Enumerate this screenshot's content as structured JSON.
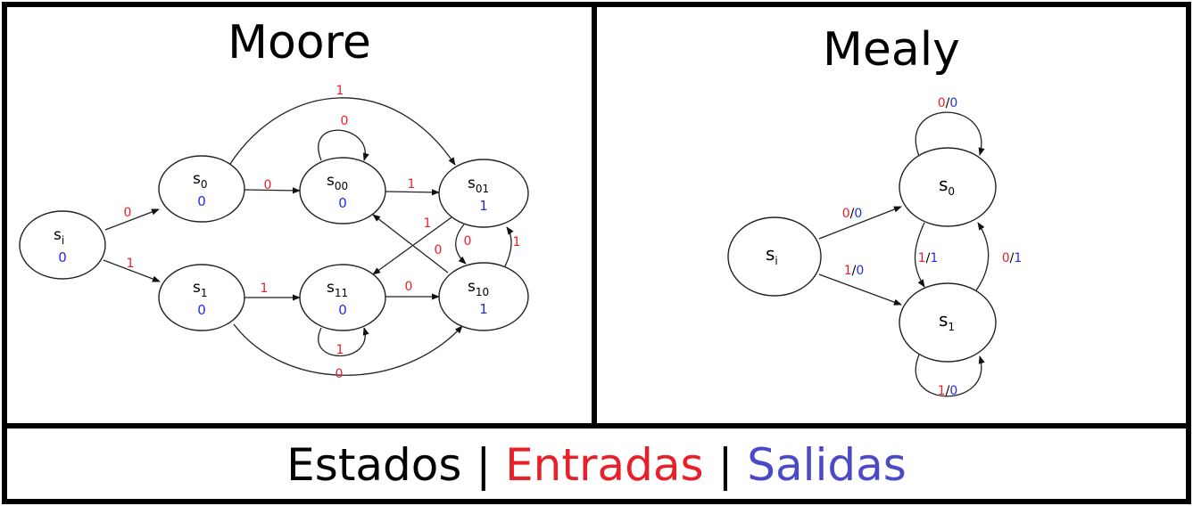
{
  "colors": {
    "estados": "#000000",
    "entradas": "#e8202a",
    "salidas": "#4a4ac8"
  },
  "moore": {
    "title": "Moore",
    "states": [
      {
        "id": "si",
        "name": "s",
        "sub": "i",
        "output": "0"
      },
      {
        "id": "s0",
        "name": "s",
        "sub": "0",
        "output": "0"
      },
      {
        "id": "s1",
        "name": "s",
        "sub": "1",
        "output": "0"
      },
      {
        "id": "s00",
        "name": "s",
        "sub": "00",
        "output": "0"
      },
      {
        "id": "s01",
        "name": "s",
        "sub": "01",
        "output": "1"
      },
      {
        "id": "s11",
        "name": "s",
        "sub": "11",
        "output": "0"
      },
      {
        "id": "s10",
        "name": "s",
        "sub": "10",
        "output": "1"
      }
    ],
    "transitions": [
      {
        "from": "si",
        "to": "s0",
        "input": "0"
      },
      {
        "from": "si",
        "to": "s1",
        "input": "1"
      },
      {
        "from": "s0",
        "to": "s00",
        "input": "0"
      },
      {
        "from": "s0",
        "to": "s01",
        "input": "1"
      },
      {
        "from": "s00",
        "to": "s00",
        "input": "0"
      },
      {
        "from": "s00",
        "to": "s01",
        "input": "1"
      },
      {
        "from": "s01",
        "to": "s11",
        "input": "1"
      },
      {
        "from": "s01",
        "to": "s10",
        "input": "0"
      },
      {
        "from": "s10",
        "to": "s01",
        "input": "1"
      },
      {
        "from": "s10",
        "to": "s00",
        "input": "0"
      },
      {
        "from": "s1",
        "to": "s11",
        "input": "1"
      },
      {
        "from": "s1",
        "to": "s10",
        "input": "0"
      },
      {
        "from": "s11",
        "to": "s11",
        "input": "1"
      },
      {
        "from": "s11",
        "to": "s10",
        "input": "0"
      }
    ]
  },
  "mealy": {
    "title": "Mealy",
    "states": [
      {
        "id": "si",
        "name": "s",
        "sub": "i"
      },
      {
        "id": "s0",
        "name": "s",
        "sub": "0"
      },
      {
        "id": "s1",
        "name": "s",
        "sub": "1"
      }
    ],
    "transitions": [
      {
        "from": "s0",
        "to": "s0",
        "input": "0",
        "output": "0"
      },
      {
        "from": "si",
        "to": "s0",
        "input": "0",
        "output": "0"
      },
      {
        "from": "si",
        "to": "s1",
        "input": "1",
        "output": "0"
      },
      {
        "from": "s0",
        "to": "s1",
        "input": "1",
        "output": "1"
      },
      {
        "from": "s1",
        "to": "s0",
        "input": "0",
        "output": "1"
      },
      {
        "from": "s1",
        "to": "s1",
        "input": "1",
        "output": "0"
      }
    ]
  },
  "legend": {
    "estados": "Estados",
    "sep1": " | ",
    "entradas": "Entradas",
    "sep2": " | ",
    "salidas": "Salidas"
  }
}
